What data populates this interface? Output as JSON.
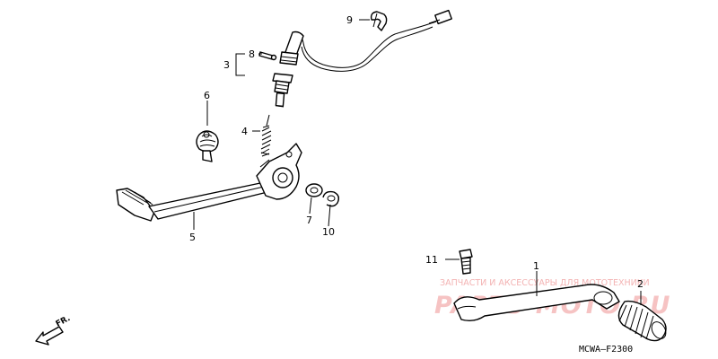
{
  "diagram": {
    "code": "MCWA—F2300",
    "direction_label": "FR.",
    "watermark": {
      "line1": "ЗАПЧАСТИ И АКСЕССУАРЫ ДЛЯ МОТОТЕХНИКИ",
      "line2": "PARTS-MOTO.RU"
    },
    "callouts": [
      "1",
      "2",
      "3",
      "4",
      "5",
      "6",
      "7",
      "8",
      "9",
      "10",
      "11"
    ]
  }
}
